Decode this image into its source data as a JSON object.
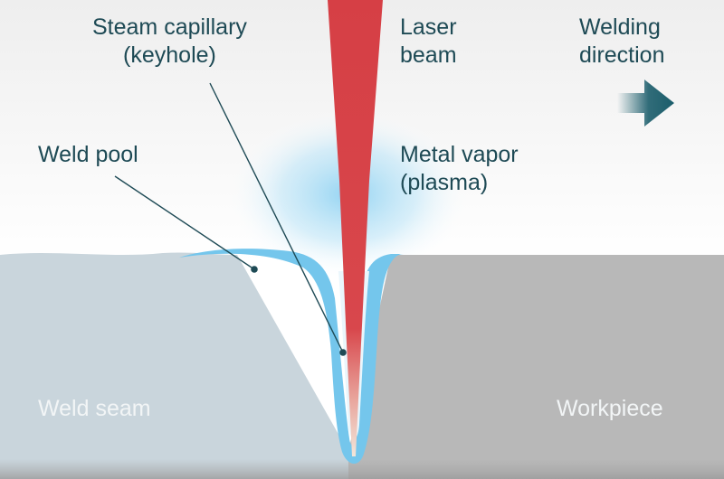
{
  "labels": {
    "steam_capillary": [
      "Steam capillary",
      "(keyhole)"
    ],
    "laser_beam": [
      "Laser",
      "beam"
    ],
    "welding_direction": [
      "Welding",
      "direction"
    ],
    "weld_pool": "Weld pool",
    "metal_vapor": [
      "Metal vapor",
      "(plasma)"
    ],
    "weld_seam": "Weld seam",
    "workpiece": "Workpiece"
  },
  "colors": {
    "text": "#1e4a55",
    "light_text": "#f2f5f6",
    "weld_seam": "#c9d5dc",
    "workpiece": "#b8b8b8",
    "melt": "#74c6ec",
    "laser": "#d24248",
    "arrow": "#1b5d6b",
    "plasma_glow": "#9fd8f3"
  },
  "icons": {
    "direction_arrow": "arrow-right-icon"
  }
}
